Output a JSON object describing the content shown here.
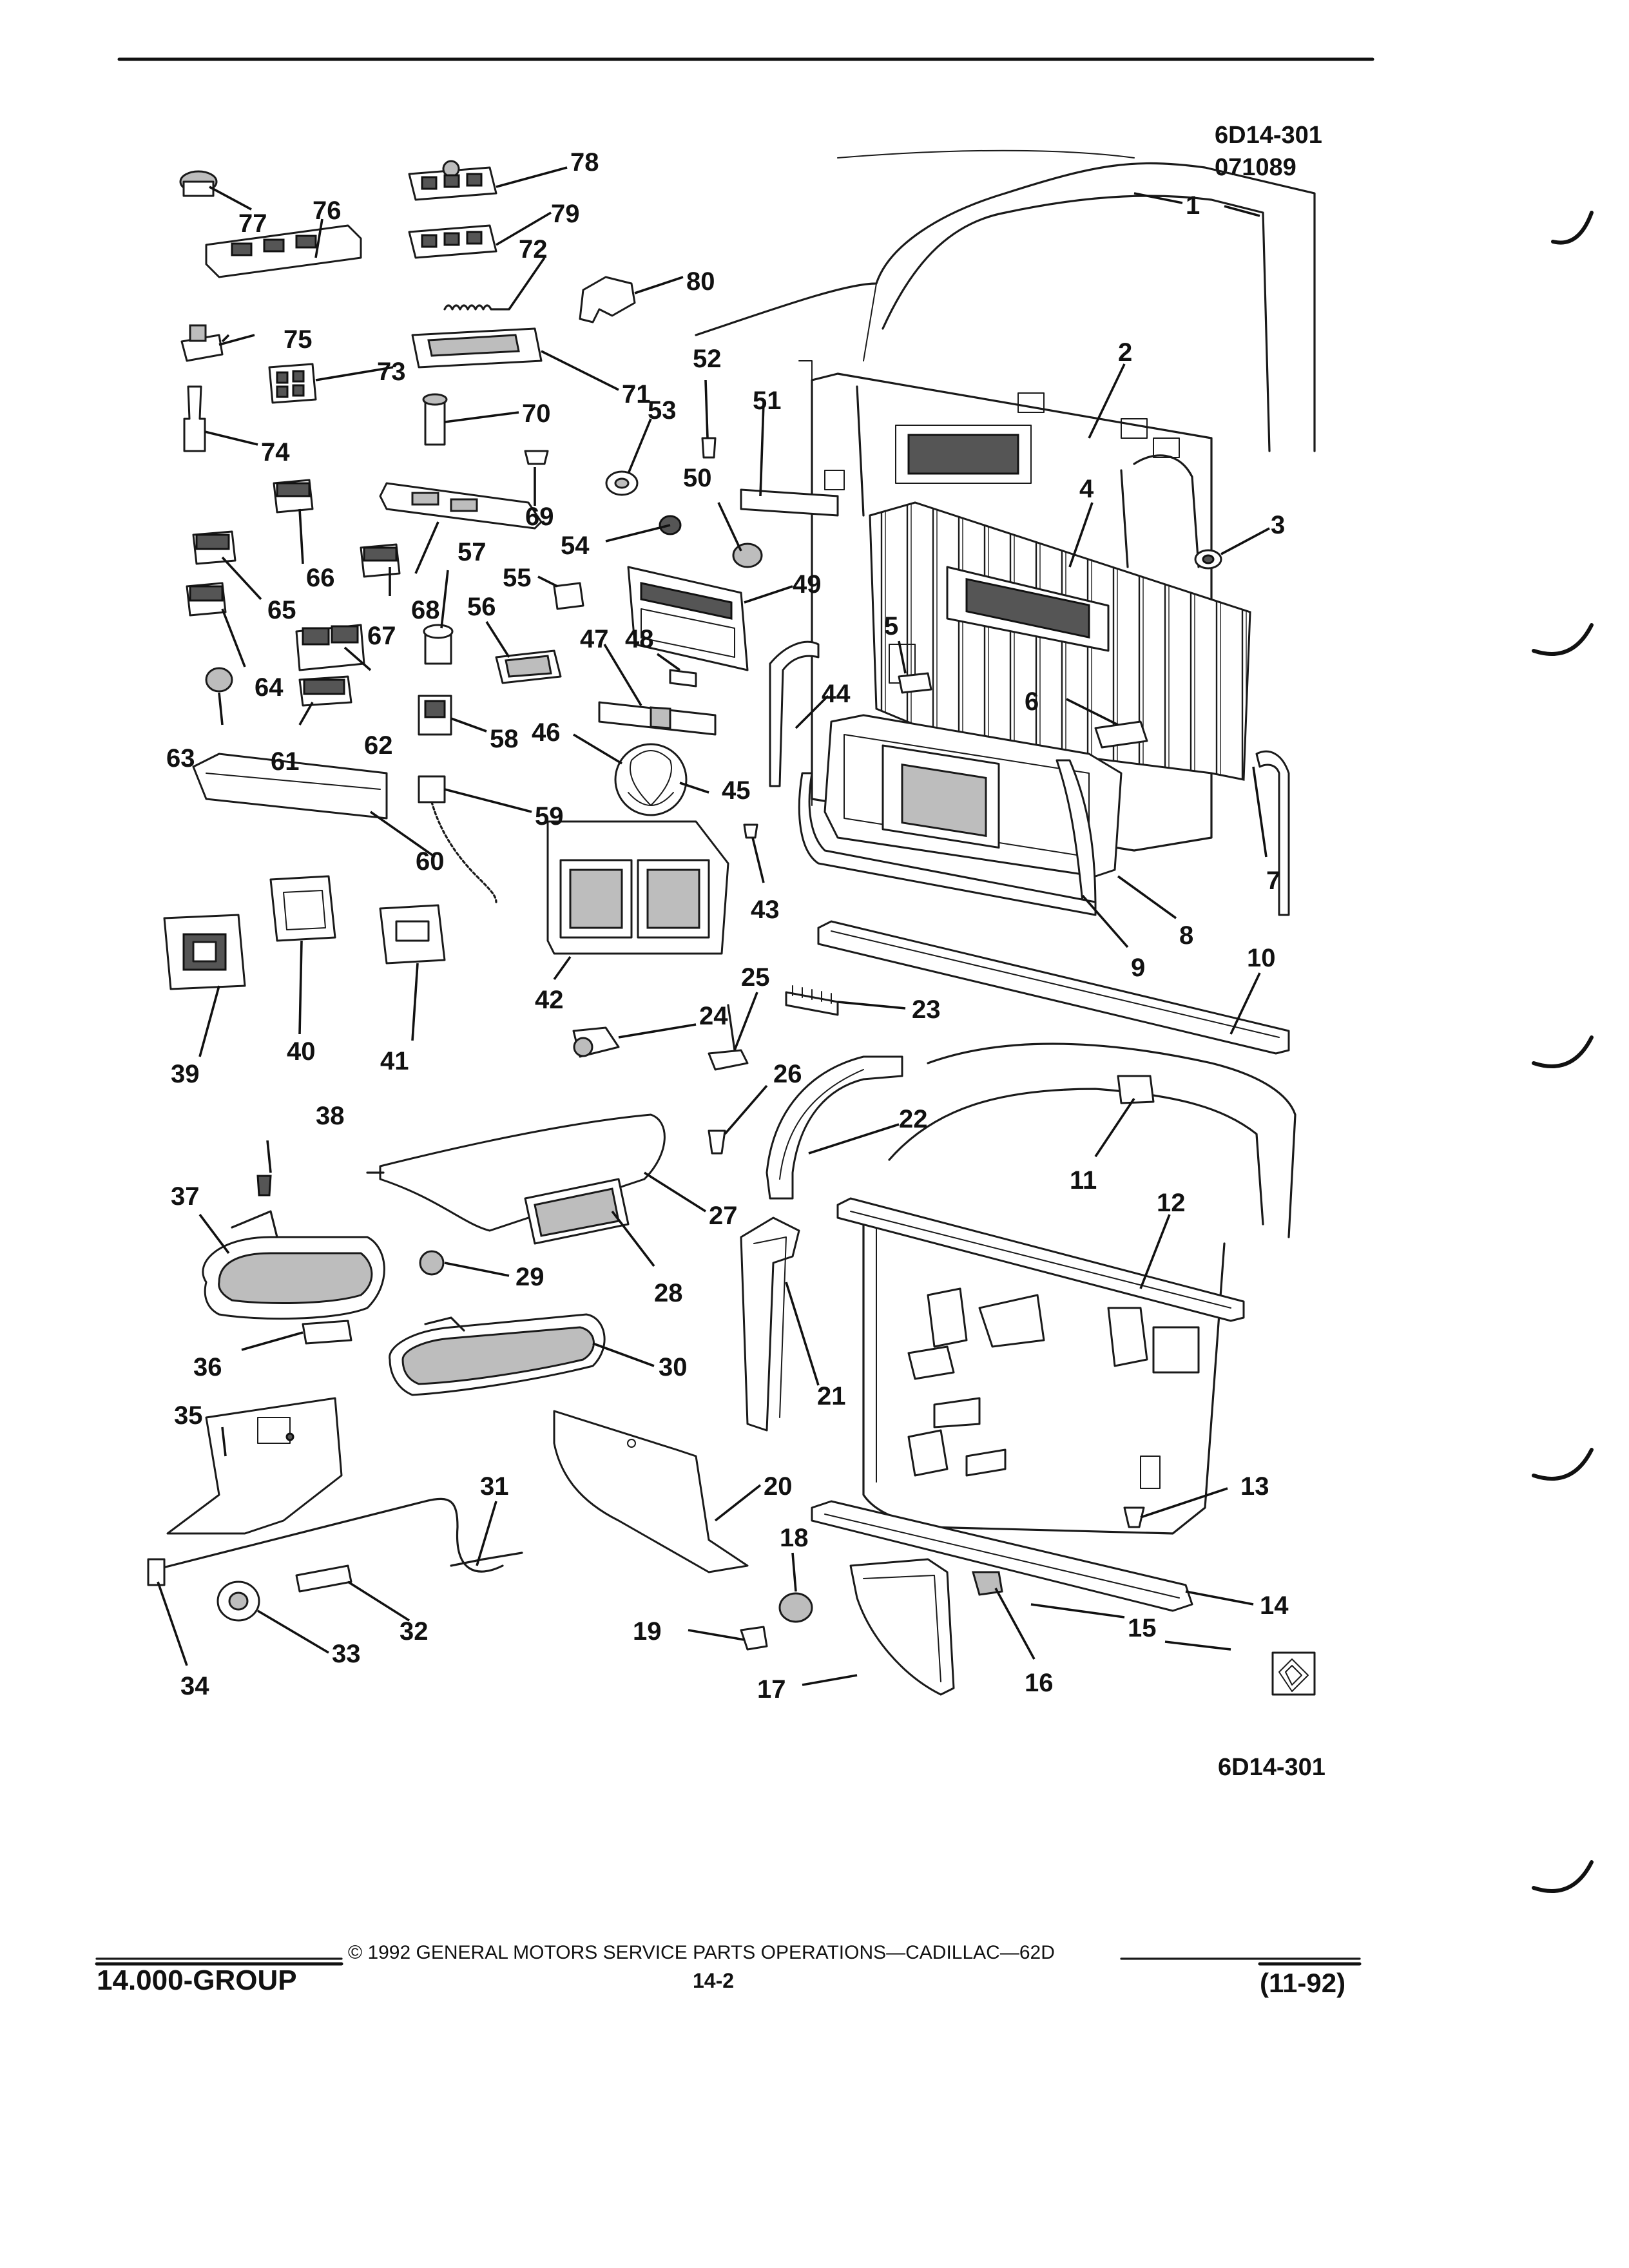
{
  "header": {
    "drawing_number": "6D14-301",
    "drawing_date": "071089"
  },
  "figure_id": "6D14-301",
  "callouts": [
    "1",
    "2",
    "3",
    "4",
    "5",
    "6",
    "7",
    "8",
    "9",
    "10",
    "11",
    "12",
    "13",
    "14",
    "15",
    "16",
    "17",
    "18",
    "19",
    "20",
    "21",
    "22",
    "23",
    "24",
    "25",
    "26",
    "27",
    "28",
    "29",
    "30",
    "31",
    "32",
    "33",
    "34",
    "35",
    "36",
    "37",
    "38",
    "39",
    "40",
    "41",
    "42",
    "43",
    "44",
    "45",
    "46",
    "47",
    "48",
    "49",
    "50",
    "51",
    "52",
    "53",
    "54",
    "55",
    "56",
    "57",
    "58",
    "59",
    "60",
    "61",
    "62",
    "63",
    "64",
    "65",
    "66",
    "67",
    "68",
    "69",
    "70",
    "71",
    "72",
    "73",
    "74",
    "75",
    "76",
    "77",
    "78",
    "79",
    "80"
  ],
  "footer": {
    "group": "14.000-GROUP",
    "copyright": "© 1992 GENERAL MOTORS SERVICE PARTS OPERATIONS—CADILLAC—62D",
    "page": "14-2",
    "revision": "(11-92)"
  }
}
